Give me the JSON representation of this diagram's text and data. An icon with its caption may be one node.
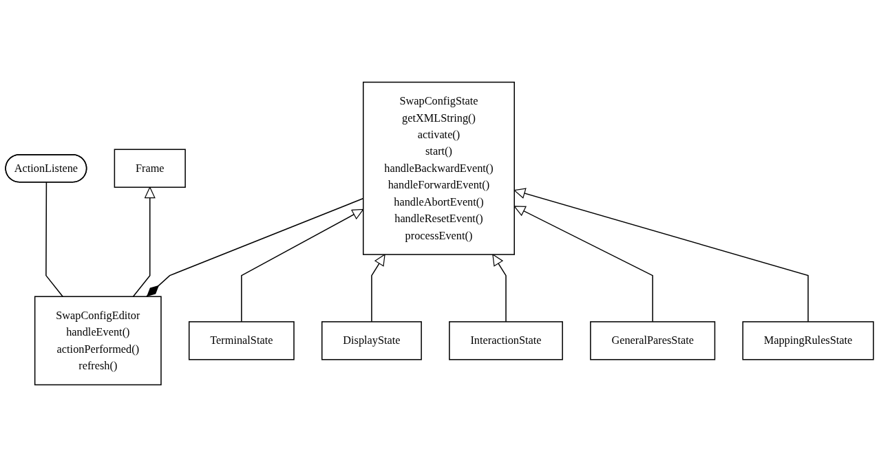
{
  "diagram": {
    "nodes": [
      {
        "text": [
          "ActionListene"
        ]
      },
      {
        "text": [
          "Frame"
        ]
      },
      {
        "text": [
          "SwapConfigEditor",
          "handleEvent()",
          "actionPerformed()",
          "refresh()"
        ]
      },
      {
        "text": [
          "SwapConfigState",
          "getXMLString()",
          "activate()",
          "start()",
          "handleBackwardEvent()",
          "handleForwardEvent()",
          "handleAbortEvent()",
          "handleResetEvent()",
          "processEvent()"
        ]
      },
      {
        "text": [
          "TerminalState"
        ]
      },
      {
        "text": [
          "DisplayState"
        ]
      },
      {
        "text": [
          "InteractionState"
        ]
      },
      {
        "text": [
          "GeneralParesState"
        ]
      },
      {
        "text": [
          "MappingRulesState"
        ]
      }
    ],
    "edges": [
      {
        "from": 2,
        "to": 0,
        "arrow": "none"
      },
      {
        "from": 2,
        "to": 1,
        "arrow": "to"
      },
      {
        "from": 3,
        "to": 2,
        "arrow": "other"
      },
      {
        "from": 4,
        "to": 3,
        "arrow": "to"
      },
      {
        "from": 5,
        "to": 3,
        "arrow": "to"
      },
      {
        "from": 6,
        "to": 3,
        "arrow": "to"
      },
      {
        "from": 7,
        "to": 3,
        "arrow": "to"
      },
      {
        "from": 8,
        "to": 3,
        "arrow": "to"
      }
    ]
  }
}
